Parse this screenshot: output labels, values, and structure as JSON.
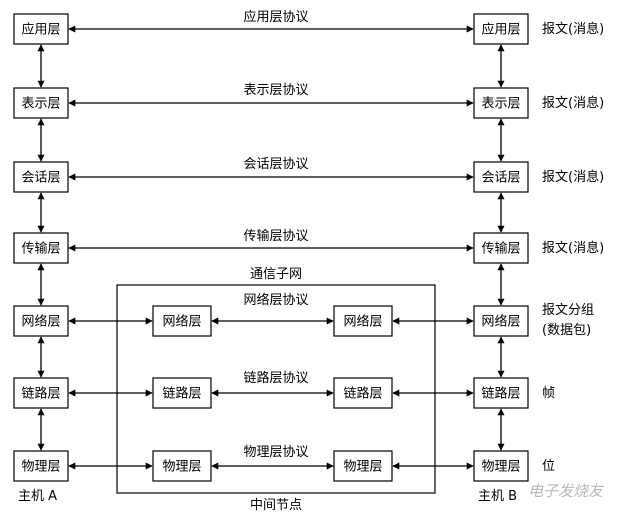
{
  "host_a": {
    "label": "主机 A",
    "layers": [
      "应用层",
      "表示层",
      "会话层",
      "传输层",
      "网络层",
      "链路层",
      "物理层"
    ]
  },
  "host_b": {
    "label": "主机 B",
    "layers": [
      "应用层",
      "表示层",
      "会话层",
      "传输层",
      "网络层",
      "链路层",
      "物理层"
    ]
  },
  "end_protocols": [
    "应用层协议",
    "表示层协议",
    "会话层协议",
    "传输层协议"
  ],
  "subnet": {
    "title": "通信子网",
    "caption": "中间节点",
    "left_node": [
      "网络层",
      "链路层",
      "物理层"
    ],
    "right_node": [
      "网络层",
      "链路层",
      "物理层"
    ],
    "protocols": [
      "网络层协议",
      "链路层协议",
      "物理层协议"
    ]
  },
  "data_units": [
    "报文(消息)",
    "报文(消息)",
    "报文(消息)",
    "报文(消息)",
    "报文分组",
    "(数据包)",
    "帧",
    "位"
  ],
  "watermark": "电子发烧友"
}
